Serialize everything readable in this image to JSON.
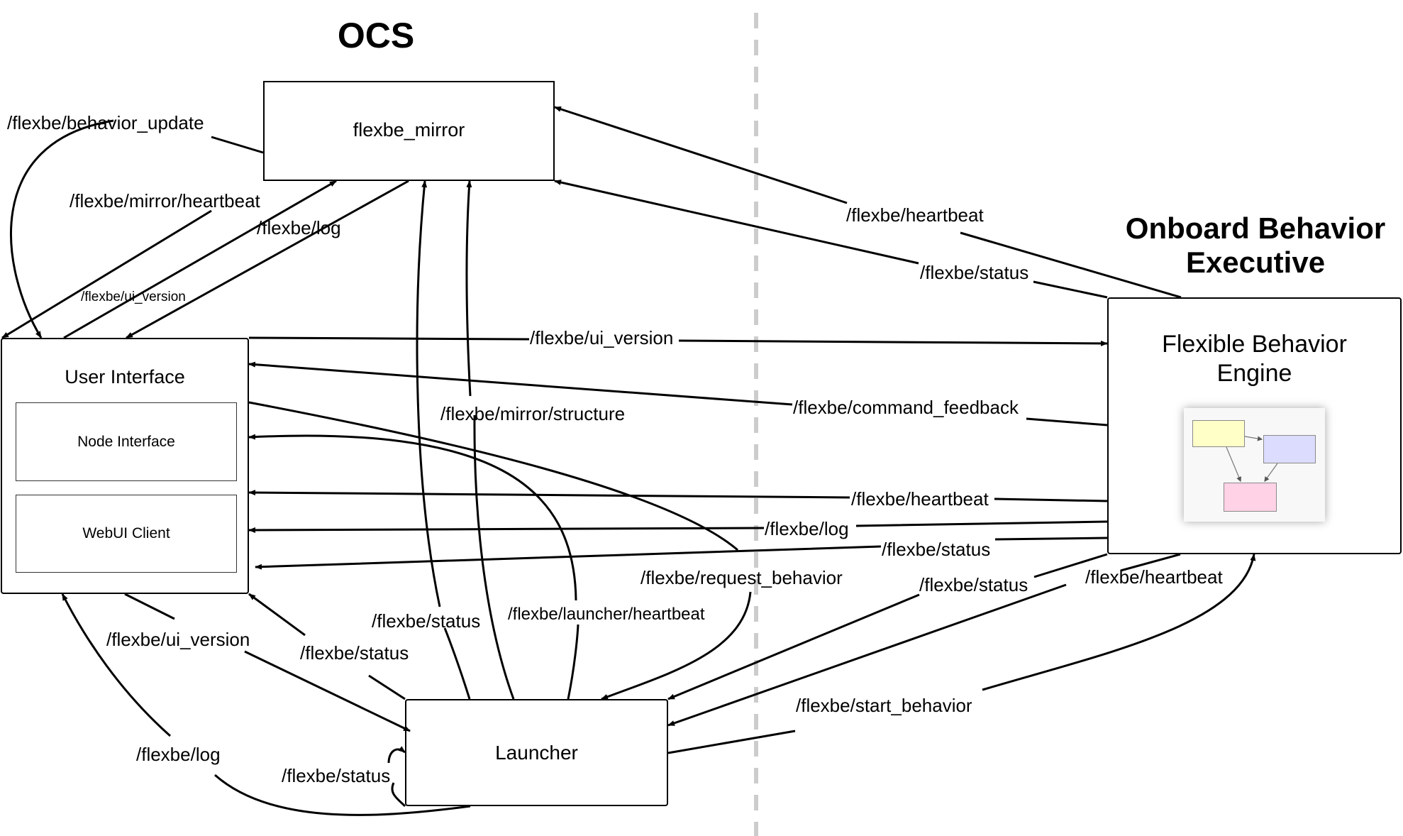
{
  "groups": {
    "ocs": "OCS",
    "onboard": "Onboard Behavior\nExecutive"
  },
  "nodes": {
    "mirror": "flexbe_mirror",
    "user_interface": "User Interface",
    "node_interface": "Node Interface",
    "webui_client": "WebUI Client",
    "launcher": "Launcher",
    "engine": "Flexible Behavior\nEngine"
  },
  "edges": [
    {
      "label": "/flexbe/behavior_update",
      "from": "flexbe_mirror",
      "to": "User Interface"
    },
    {
      "label": "/flexbe/mirror/heartbeat",
      "from": "flexbe_mirror",
      "to": "User Interface"
    },
    {
      "label": "/flexbe/ui_version",
      "from": "User Interface",
      "to": "flexbe_mirror"
    },
    {
      "label": "/flexbe/log",
      "from": "flexbe_mirror",
      "to": "User Interface"
    },
    {
      "label": "/flexbe/heartbeat",
      "from": "Flexible Behavior Engine",
      "to": "flexbe_mirror"
    },
    {
      "label": "/flexbe/status",
      "from": "Flexible Behavior Engine",
      "to": "flexbe_mirror"
    },
    {
      "label": "/flexbe/ui_version",
      "from": "User Interface",
      "to": "Flexible Behavior Engine"
    },
    {
      "label": "/flexbe/command_feedback",
      "from": "Flexible Behavior Engine",
      "to": "User Interface"
    },
    {
      "label": "/flexbe/mirror/structure",
      "from": "Launcher",
      "to": "flexbe_mirror"
    },
    {
      "label": "/flexbe/heartbeat",
      "from": "Flexible Behavior Engine",
      "to": "User Interface"
    },
    {
      "label": "/flexbe/log",
      "from": "Flexible Behavior Engine",
      "to": "User Interface"
    },
    {
      "label": "/flexbe/status",
      "from": "Flexible Behavior Engine",
      "to": "User Interface"
    },
    {
      "label": "/flexbe/request_behavior",
      "from": "User Interface",
      "to": "Launcher"
    },
    {
      "label": "/flexbe/status",
      "from": "Flexible Behavior Engine",
      "to": "Launcher"
    },
    {
      "label": "/flexbe/heartbeat",
      "from": "Flexible Behavior Engine",
      "to": "Launcher"
    },
    {
      "label": "/flexbe/status",
      "from": "Launcher",
      "to": "flexbe_mirror"
    },
    {
      "label": "/flexbe/launcher/heartbeat",
      "from": "Launcher",
      "to": "User Interface"
    },
    {
      "label": "/flexbe/ui_version",
      "from": "User Interface",
      "to": "Launcher"
    },
    {
      "label": "/flexbe/status",
      "from": "Launcher",
      "to": "User Interface"
    },
    {
      "label": "/flexbe/start_behavior",
      "from": "Launcher",
      "to": "Flexible Behavior Engine"
    },
    {
      "label": "/flexbe/log",
      "from": "Launcher",
      "to": "User Interface"
    },
    {
      "label": "/flexbe/status",
      "from": "Launcher",
      "to": "Launcher"
    }
  ],
  "style": {
    "line_color": "#000000",
    "divider_color": "#cccccc",
    "thumbnail_colors": [
      "#ffffc8",
      "#dcdcff",
      "#ffd2e6"
    ]
  }
}
